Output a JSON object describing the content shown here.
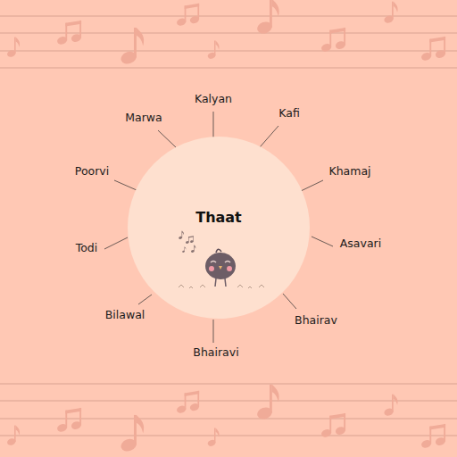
{
  "diagram": {
    "nodes": [
      {
        "text": [
          "Thaat"
        ]
      }
    ],
    "labels": [
      "Kalyan",
      "Kafi",
      "Khamaj",
      "Asavari",
      "Bhairav",
      "Bhairavi",
      "Bilawal",
      "Todi",
      "Poorvi",
      "Marwa"
    ]
  }
}
